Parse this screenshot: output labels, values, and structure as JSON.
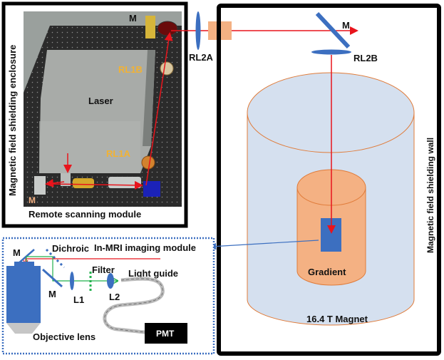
{
  "colors": {
    "beam_red": "#e8141c",
    "fluorescence_green": "#22b14c",
    "optic_blue": "#3c6fc0",
    "coupler_orange": "#f4b183",
    "magnet_fill": "#d5e0ef",
    "magnet_edge": "#e07b39",
    "gradient_fill": "#f4b183",
    "rl_label_orange": "#f2b233"
  },
  "remote_module": {
    "enclosure_label": "Magnetic field shielding enclosure",
    "caption": "Remote scanning module",
    "laser_label": "Laser",
    "lens_labels": {
      "rl1b": "RL1B",
      "rl1a": "RL1A"
    },
    "mirror_top": "M",
    "mirror_bottom": "M"
  },
  "relay": {
    "rl2a": "RL2A",
    "rl2b": "RL2B",
    "mirror": "M"
  },
  "mri_room": {
    "wall_label": "Magnetic field shielding wall",
    "magnet_label": "16.4 T Magnet",
    "gradient_label": "Gradient"
  },
  "imaging_module": {
    "title": "In-MRI imaging module",
    "dichroic": "Dichroic",
    "mirror_top": "M",
    "mirror_bottom": "M",
    "filter": "Filter",
    "light_guide": "Light guide",
    "l1": "L1",
    "l2": "L2",
    "objective": "Objective lens",
    "pmt": "PMT"
  }
}
